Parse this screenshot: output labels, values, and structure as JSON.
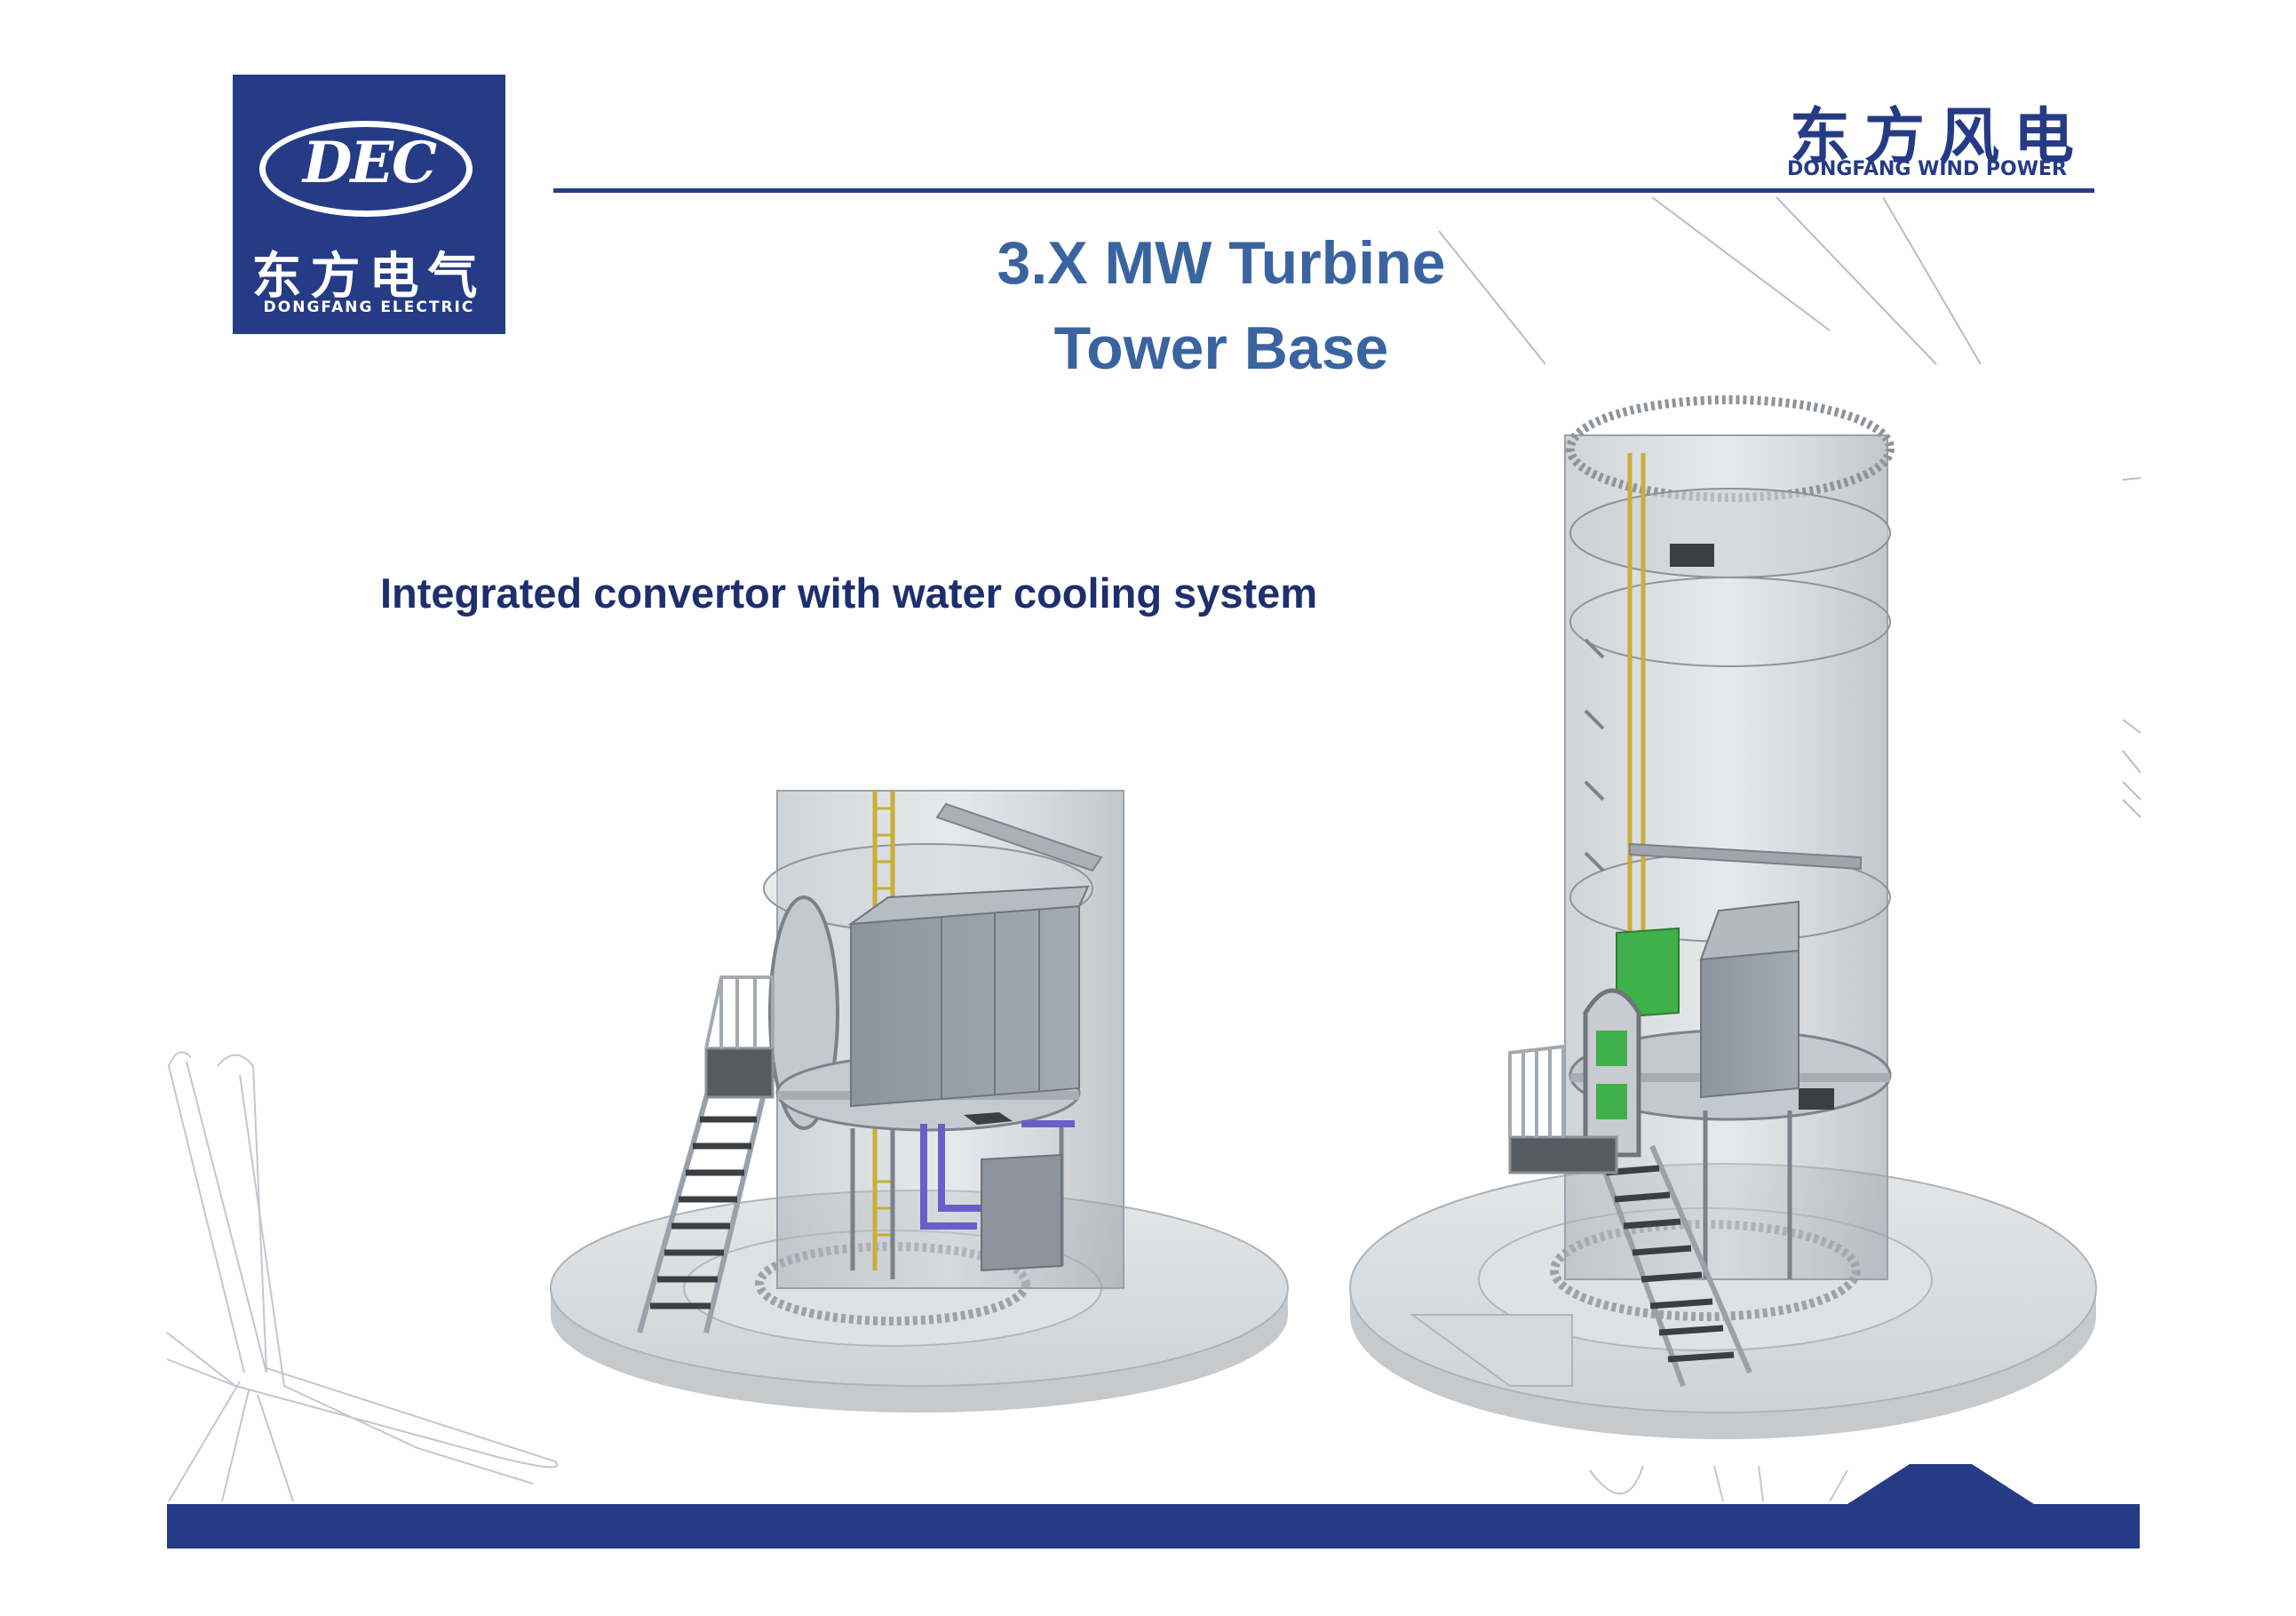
{
  "logo_left": {
    "mark_text": "DEC",
    "name_cn": "东方电气",
    "name_en": "DONGFANG ELECTRIC"
  },
  "logo_right": {
    "name_cn": "东方风电",
    "name_en": "DONGFANG WIND POWER"
  },
  "slide": {
    "title_line1": "3.X MW Turbine",
    "title_line2": "Tower Base",
    "subtitle": "Integrated convertor with water cooling system"
  },
  "colors": {
    "brand_blue": "#263b85",
    "title_blue": "#3a64a0",
    "tower_grey": "#b9bfc6",
    "cabinet_grey": "#8f979f",
    "ladder_yellow": "#d9c14a",
    "cooling_purple": "#6a5fc8",
    "box_green": "#3fb04a"
  }
}
